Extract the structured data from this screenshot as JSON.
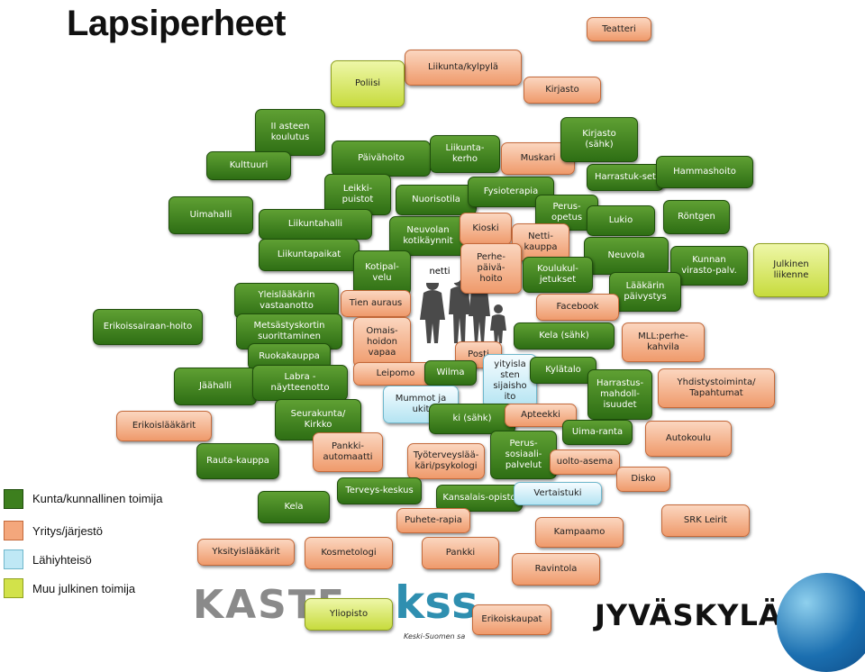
{
  "title": "Lapsiperheet",
  "legend": [
    {
      "label": "Kunta/kunnallinen toimija",
      "color": "#3d7f1e"
    },
    {
      "label": "Yritys/järjestö",
      "color": "#f4a77c"
    },
    {
      "label": "Lähiyhteisö",
      "color": "#bfe8f5"
    },
    {
      "label": "Muu julkinen toimija",
      "color": "#d2e24a"
    }
  ],
  "nodes": {
    "teatteri": "Teatteri",
    "liikunta_kylpyla": "Liikunta/kylpylä",
    "kirjasto": "Kirjasto",
    "poliisi": "Poliisi",
    "ii_asteen_koulutus": "II asteen\nkoulutus",
    "kulttuuri": "Kulttuuri",
    "paivahoito": "Päivähoito",
    "liikuntakerho": "Liikunta-\nkerho",
    "muskari": "Muskari",
    "kirjasto_sahk": "Kirjasto\n(sähk)",
    "harrastuksset": "Harrastuk-set",
    "hammashoito": "Hammashoito",
    "uimahalli": "Uimahalli",
    "leikkipuistot": "Leikki-\npuistot",
    "nuorisotila": "Nuorisotila",
    "fysioterapia": "Fysioterapia",
    "perusopetus": "Perus-\nopetus",
    "lukio": "Lukio",
    "rontgen": "Röntgen",
    "liikuntahalli": "Liikuntahalli",
    "neuvolan_kotikaynnit": "Neuvolan\nkotikäynnit",
    "kioski": "Kioski",
    "nettikauppa": "Netti-\nkauppa",
    "neuvola": "Neuvola",
    "kunnan_virasto": "Kunnan\nvirasto-palv.",
    "julkinen_liikenne": "Julkinen\nliikenne",
    "liikuntapaikat": "Liikuntapaikat",
    "kotipalvelu": "Kotipal-\nvelu",
    "netti": "netti",
    "perhepaivahoito": "Perhe-\npäivä-\nhoito",
    "koulukuljetukset": "Koulukul-\njetukset",
    "laakarin_paivystys": "Lääkärin\npäivystys",
    "yleislaakarin_vastaanotto": "Yleislääkärin\nvastaanotto",
    "tien_auraus": "Tien auraus",
    "facebook": "Facebook",
    "erikoissairaanhoito": "Erikoissairaan-hoito",
    "metsastyskortin": "Metsästyskortin\nsuorittaminen",
    "omaishoidon_vapaa": "Omais-\nhoidon\nvapaa",
    "kela_sahk": "Kela (sähk)",
    "mll_perhekahvila": "MLL:perhe-\nkahvila",
    "ruokakauppa": "Ruokakauppa",
    "posti": "Posti",
    "jaahalli": "Jäähalli",
    "labra_nayttenotto": "Labra -\nnäytteenotto",
    "leipomo": "Leipomo",
    "wilma": "Wilma",
    "kyytiyla": "yityisla\nsten\nsijaisho\nito",
    "kylatalo": "Kylätalo",
    "harrastusmahdollisuudet": "Harrastus-\nmahdoll-\nisuudet",
    "yhdistystoiminta": "Yhdistystoiminta/\nTapahtumat",
    "mummot_ja_ukit": "Mummot ja\nukit",
    "erikoislaakarit": "Erikoislääkärit",
    "seurakunta": "Seurakunta/\nKirkko",
    "kela_partial": "ki (sähk)",
    "apteekki": "Apteekki",
    "uima_ranta": "Uima-ranta",
    "autokoulu": "Autokoulu",
    "rauta_kauppa": "Rauta-kauppa",
    "pankkiautomaatti": "Pankki-\nautomaatti",
    "tyoterveyslaakari": "Työterveyslää-\nkäri/psykologi",
    "perussosiaalipalvelut": "Perus-\nsosiaali-\npalvelut",
    "huoltoasema": "uolto-asema",
    "disko": "Disko",
    "terveyskeskus": "Terveys-keskus",
    "kansalaisopisto": "Kansalais-opisto",
    "vertaistuki": "Vertaistuki",
    "kela": "Kela",
    "puhelinapu": "Puhete-rapia",
    "kampaamo": "Kampaamo",
    "srk_leirit": "SRK Leirit",
    "yksityislaakarit": "Yksityislääkärit",
    "kosmetologi": "Kosmetologi",
    "pankki": "Pankki",
    "ravintola": "Ravintola",
    "yliopisto": "Yliopisto",
    "erikoiskaupat": "Erikoiskaupat"
  },
  "logos": {
    "kaste": "KASTE",
    "kss": "kss",
    "kss_sub": "Keski-Suomen sa",
    "jyvaskyla": "JYVÄSKYLÄ"
  }
}
